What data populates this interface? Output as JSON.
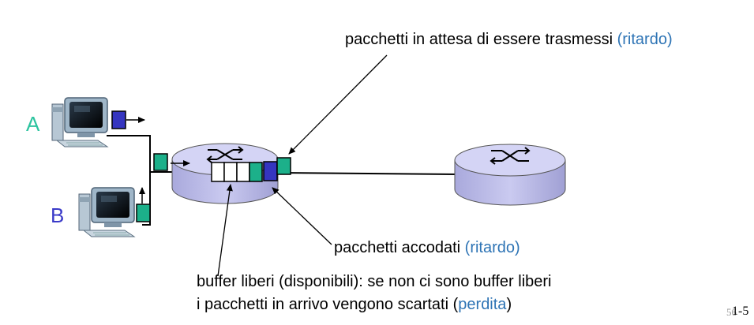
{
  "labels": {
    "transmitting": {
      "text": "pacchetti in attesa di essere trasmessi ",
      "emphasis": "(ritardo)"
    },
    "queued": {
      "text": "pacchetti accodati ",
      "emphasis": "(ritardo)"
    },
    "free_buffers_line1": "buffer liberi (disponibili): se non ci sono buffer liberi",
    "free_buffers_line2": {
      "text": "i pacchetti in arrivo vengono scartati (",
      "emphasis": "perdita",
      "tail": ")"
    }
  },
  "hosts": [
    {
      "label": "A",
      "color": "#2ec4a0"
    },
    {
      "label": "B",
      "color": "#3a3ac8"
    }
  ],
  "slide_number": {
    "main": "1-5",
    "ghost": "56"
  },
  "colors": {
    "highlight": "#2e74b5",
    "packet_green": "#1cb08a",
    "packet_blue": "#3535c0",
    "router_fill": "#c9c9ef"
  }
}
